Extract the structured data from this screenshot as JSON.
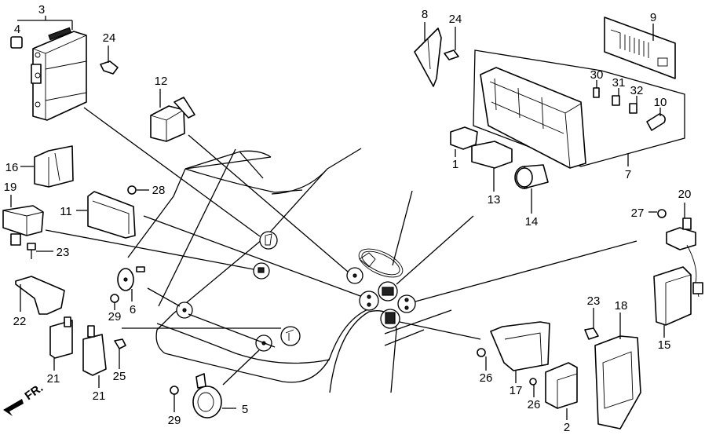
{
  "diagram": {
    "title": "Electrical control units layout",
    "direction_label": "FR.",
    "labels": {
      "p1": "1",
      "p2": "2",
      "p3": "3",
      "p4": "4",
      "p5": "5",
      "p6": "6",
      "p7": "7",
      "p8": "8",
      "p9": "9",
      "p10": "10",
      "p11": "11",
      "p12": "12",
      "p13": "13",
      "p14": "14",
      "p15": "15",
      "p16": "16",
      "p17": "17",
      "p18": "18",
      "p19": "19",
      "p20": "20",
      "p21a": "21",
      "p21b": "21",
      "p22": "22",
      "p23a": "23",
      "p23b": "23",
      "p24a": "24",
      "p24b": "24",
      "p25": "25",
      "p26a": "26",
      "p26b": "26",
      "p27": "27",
      "p28": "28",
      "p29a": "29",
      "p29b": "29",
      "p30": "30",
      "p31": "31",
      "p32": "32"
    },
    "line_color": "#000000",
    "background": "#ffffff"
  }
}
